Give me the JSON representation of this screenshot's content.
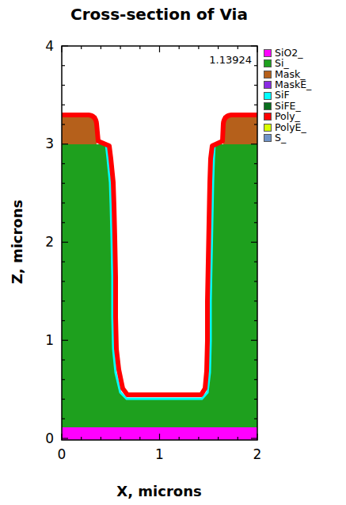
{
  "diagram": {
    "title": "Cross-section of Via",
    "labels": [
      "1.13924",
      "0",
      "1",
      "2",
      "3",
      "4",
      "0",
      "1",
      "2",
      "Z, microns",
      "X, microns"
    ],
    "legend": [
      {
        "text": "SiO2_",
        "color": "#ff00ff"
      },
      {
        "text": "Si_",
        "color": "#1ea01e"
      },
      {
        "text": "Mask_",
        "color": "#b5601b"
      },
      {
        "text": "MaskE_",
        "color": "#8a2be2"
      },
      {
        "text": "SiF",
        "color": "#00ffff"
      },
      {
        "text": "SiFE_",
        "color": "#0a6e1e"
      },
      {
        "text": "Poly_",
        "color": "#ff0000"
      },
      {
        "text": "PolyE_",
        "color": "#d8ff00"
      },
      {
        "text": "S_",
        "color": "#6f93c8"
      }
    ]
  }
}
